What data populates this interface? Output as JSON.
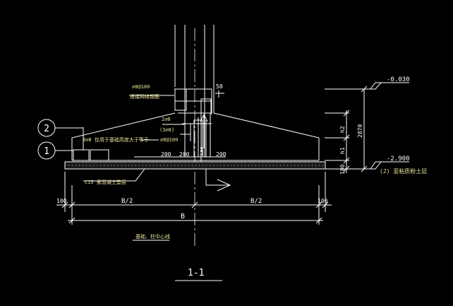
{
  "labels": {
    "rebar_spacing": "⌀8@100",
    "rebar_note": "搭接网格钢筋",
    "fifty": "50",
    "rebar_2phi8": "2⌀8",
    "rebar_3phi8": "(3⌀8)",
    "hoop": "⌀8@100",
    "strip_note": "3⌀8 仅用于基础高度大于等于",
    "dim_200_a": "200",
    "dim_200_b": "200",
    "dim_lae": "Lae",
    "dim_200_c": "200",
    "circle_2": "2",
    "circle_1": "1",
    "elev_top": "-0.030",
    "elev_bottom": "-2.900",
    "soil_note": "(2) 亚粘质粉土层",
    "dim_h2": "h2",
    "dim_h1": "h1",
    "dim_2870": "2870",
    "dim_100_side": "100",
    "c15_note": "C15 素混凝土垫层",
    "dim_100_left": "100",
    "dim_b2_left": "B/2",
    "dim_b2_right": "B/2",
    "dim_100_right": "100",
    "dim_b": "B",
    "axis_note": "基础、柱中心线",
    "section_title": "1-1"
  },
  "colors": {
    "background": "#000000",
    "lines": "#ffffff",
    "annotation_text": "#e8e39a"
  }
}
